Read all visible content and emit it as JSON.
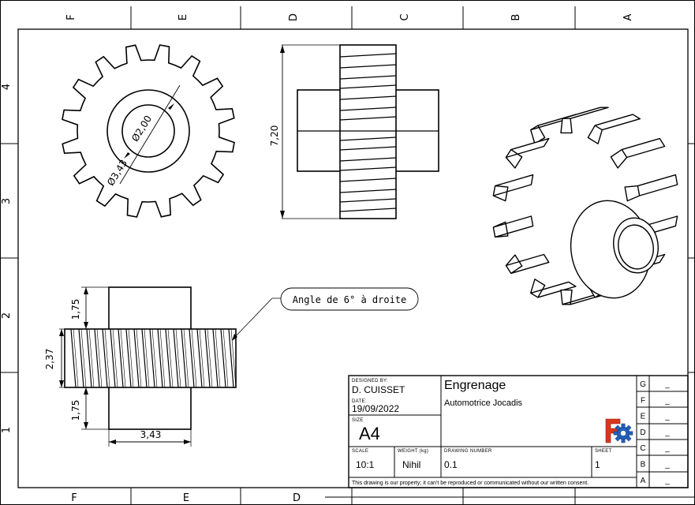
{
  "zones": {
    "columns_top": [
      "F",
      "E",
      "D",
      "C",
      "B",
      "A"
    ],
    "columns_bottom": [
      "F",
      "E",
      "D"
    ],
    "rows": [
      "4",
      "3",
      "2",
      "1"
    ]
  },
  "dimensions": {
    "bore_diameter": "Ø2,00",
    "root_diameter": "Ø3,43",
    "overall_height": "7,20",
    "hub_top": "1,75",
    "face_width": "2,37",
    "hub_bottom": "1,75",
    "hub_width": "3,43"
  },
  "annotation": {
    "helix_note": "Angle de 6° à droite"
  },
  "title_block": {
    "designed_by_label": "DESIGNED BY:",
    "designed_by": "D. CUISSET",
    "date_label": "DATE:",
    "date": "19/09/2022",
    "size_label": "SIZE",
    "size": "A4",
    "title": "Engrenage",
    "subtitle": "Automotrice Jocadis",
    "scale_label": "SCALE",
    "scale": "10:1",
    "weight_label": "WEIGHT (kg)",
    "weight": "Nihil",
    "drawing_number_label": "DRAWING NUMBER",
    "drawing_number": "0.1",
    "sheet_label": "SHEET",
    "sheet": "1",
    "footer": "This drawing is our property; it can't be reproduced or communicated without our written consent.",
    "revisions": [
      "G",
      "F",
      "E",
      "D",
      "C",
      "B",
      "A"
    ],
    "revision_dash": "_"
  }
}
